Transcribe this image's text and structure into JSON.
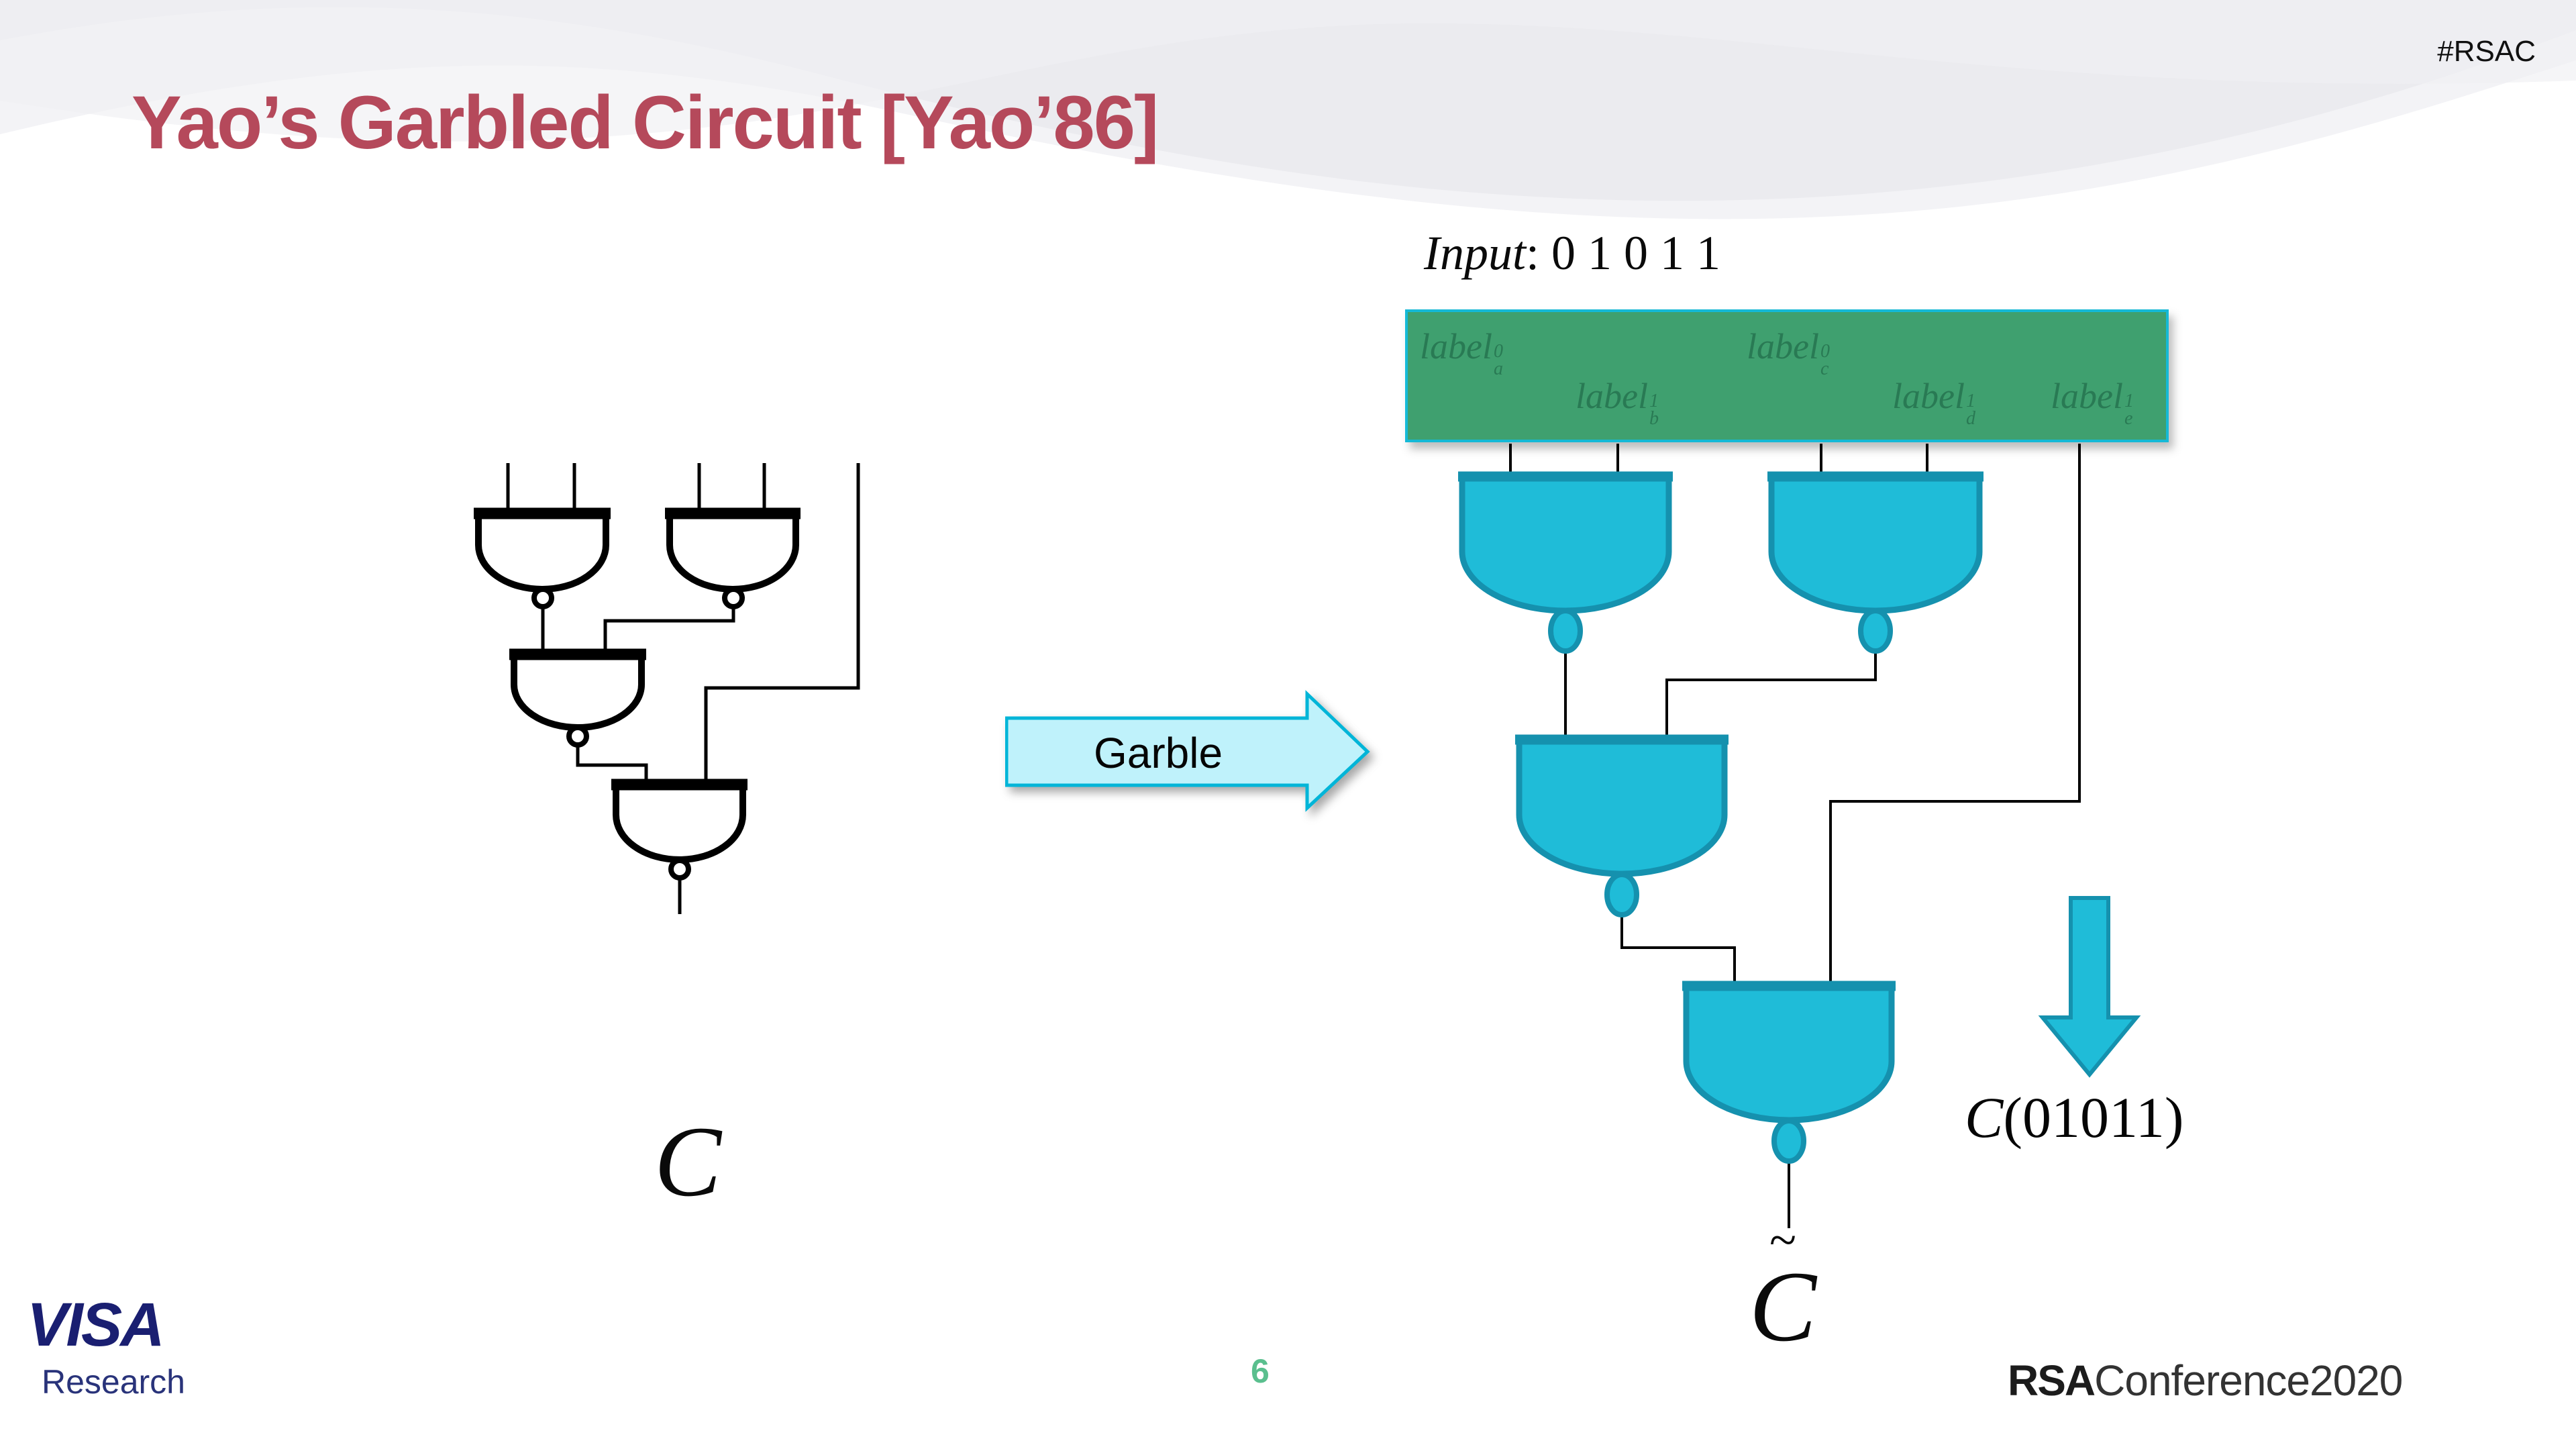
{
  "slide": {
    "hashtag": "#RSAC",
    "title": "Yao’s Garbled Circuit [Yao’86]",
    "page_number": "6"
  },
  "input_line": {
    "prefix": "Input",
    "separator": ": ",
    "bits": "0 1 0 1 1"
  },
  "garble_arrow": {
    "label": "Garble"
  },
  "garbled_labels": [
    {
      "base": "label",
      "sub": "a",
      "sup": "0"
    },
    {
      "base": "label",
      "sub": "b",
      "sup": "1"
    },
    {
      "base": "label",
      "sub": "c",
      "sup": "0"
    },
    {
      "base": "label",
      "sub": "d",
      "sup": "1"
    },
    {
      "base": "label",
      "sub": "e",
      "sup": "1"
    }
  ],
  "plain_circuit": {
    "label": "C"
  },
  "garbled_circuit": {
    "tilde": "~",
    "letter": "C"
  },
  "output_expr": {
    "func": "C",
    "args": "(01011)"
  },
  "footer": {
    "visa_wordmark": "VISA",
    "visa_sub": "Research",
    "rsa_bold": "RSA",
    "rsa_rest": "Conference2020"
  },
  "colors": {
    "title-color": "#b5495b",
    "box-green": "#3fa06f",
    "box-border": "#15b9d6",
    "gate-cyan": "#1fbcd8",
    "gate-teal": "#1591ae",
    "arrow-fill": "#bff2fb",
    "arrow-border": "#00b5d8",
    "page-green": "#5abf8e",
    "visa-navy": "#1a1f71"
  }
}
